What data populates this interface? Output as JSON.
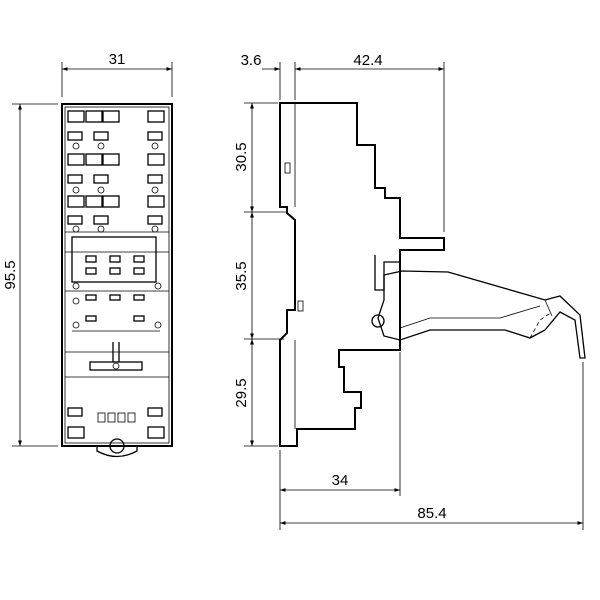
{
  "drawing": {
    "front_view": {
      "width_label": "31",
      "height_label": "95.5"
    },
    "side_view": {
      "offset_label": "3.6",
      "depth_top_label": "42.4",
      "seg_top_label": "30.5",
      "seg_middle_label": "35.5",
      "seg_bottom_label": "29.5",
      "depth_bottom_label": "34",
      "total_depth_label": "85.4"
    }
  }
}
